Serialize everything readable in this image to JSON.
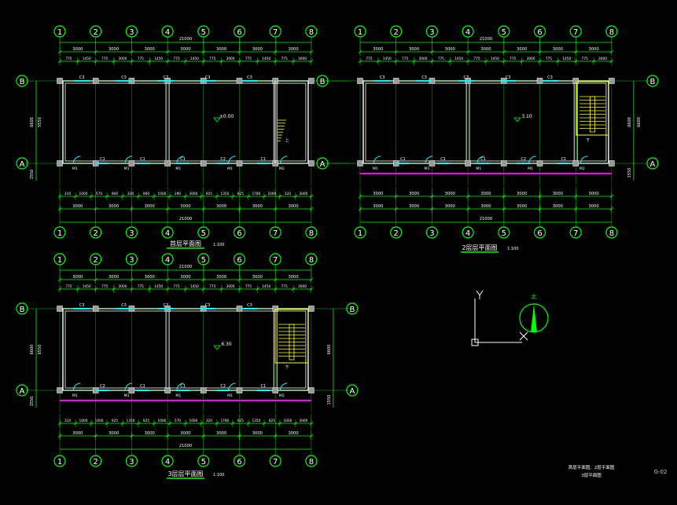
{
  "plans": [
    {
      "id": "plan-1",
      "title": "首层平面图",
      "scale": "1:100",
      "total_dim": "21000",
      "top_dims_1": [
        "3000",
        "3000",
        "3000",
        "3000",
        "3000",
        "3000",
        "3000"
      ],
      "top_dims_2": [
        "775",
        "1450",
        "775",
        "3000",
        "775",
        "1450",
        "775",
        "1450",
        "775",
        "3000",
        "775",
        "1450",
        "775",
        "3000"
      ],
      "bottom_dims_1": [
        "310",
        "1000",
        "570",
        "900",
        "320",
        "900",
        "1000",
        "290",
        "3000",
        "925",
        "1350",
        "825",
        "1780",
        "1000",
        "320",
        "3000"
      ],
      "bottom_dims_2": [
        "3000",
        "3000",
        "3000",
        "3000",
        "3000",
        "3000",
        "3000"
      ],
      "left_dims": [
        "6600",
        "5550",
        "1550"
      ],
      "level": "±0.00",
      "windows_top": [
        "C3",
        "C3",
        "C3",
        "C3",
        "C3"
      ],
      "windows_bottom": [
        "C1",
        "C1",
        "C1",
        "C2",
        "C1"
      ],
      "doors": [
        "M1",
        "M1",
        "M1",
        "M1",
        "M2"
      ],
      "stair_label": "上"
    },
    {
      "id": "plan-2",
      "title": "2层层平面图",
      "scale": "1:100",
      "total_dim": "21000",
      "top_dims_1": [
        "3000",
        "3000",
        "3000",
        "3000",
        "3000",
        "3000",
        "3000"
      ],
      "top_dims_2": [
        "775",
        "1450",
        "775",
        "3000",
        "775",
        "1450",
        "775",
        "1450",
        "775",
        "3000",
        "775",
        "1450",
        "775",
        "3000"
      ],
      "bottom_dims_1": [
        "3000",
        "3000",
        "3000",
        "3000",
        "3000",
        "3000",
        "3000"
      ],
      "bottom_dims_2": [
        "3000",
        "3000",
        "3000",
        "3000",
        "3000",
        "3000",
        "3000"
      ],
      "right_dims": [
        "6600",
        "6600",
        "1550"
      ],
      "level": "3.10",
      "windows_top": [
        "C3",
        "C3",
        "C3",
        "C3",
        "C3"
      ],
      "windows_bottom": [
        "C1",
        "C1",
        "C1",
        "C2",
        "C1"
      ],
      "doors": [
        "M1",
        "M1",
        "M1",
        "M1",
        "M2"
      ],
      "stair_label": "下"
    },
    {
      "id": "plan-3",
      "title": "3层层平面图",
      "scale": "1:100",
      "total_dim": "21000",
      "top_dims_1": [
        "3000",
        "3000",
        "3000",
        "3000",
        "3000",
        "3000",
        "3000"
      ],
      "top_dims_2": [
        "775",
        "1450",
        "775",
        "3000",
        "775",
        "1450",
        "775",
        "1450",
        "775",
        "3000",
        "775",
        "1450",
        "775",
        "3000"
      ],
      "bottom_dims_1": [
        "310",
        "1000",
        "1000",
        "925",
        "1350",
        "925",
        "1000",
        "570",
        "1000",
        "320",
        "1780",
        "925",
        "1350",
        "825",
        "1000",
        "3000"
      ],
      "bottom_dims_2": [
        "3000",
        "3000",
        "3000",
        "3000",
        "3000",
        "3000",
        "3000"
      ],
      "left_dims": [
        "6600",
        "6550",
        "1550"
      ],
      "right_dims": [
        "6600",
        "1550"
      ],
      "level": "6.30",
      "windows_top": [
        "C3",
        "C3",
        "C3",
        "C3",
        "C3"
      ],
      "windows_bottom": [
        "C2",
        "C1",
        "C1",
        "C2",
        "C1"
      ],
      "doors": [
        "M1",
        "M1",
        "M1",
        "M1",
        "M2"
      ],
      "stair_label": "下"
    }
  ],
  "grid_numbers": [
    "1",
    "2",
    "3",
    "4",
    "5",
    "6",
    "7",
    "8"
  ],
  "grid_letters": [
    "A",
    "B"
  ],
  "ucs": {
    "x_label": "X",
    "y_label": "Y"
  },
  "north_label": "北",
  "drawing_note_line1": "首层平面图、2层平面图",
  "drawing_note_line2": "3层平面图",
  "sheet_number": "G-02",
  "colors": {
    "background": "#000000",
    "dimension": "#00ff00",
    "wall": "#ffffff",
    "column": "#9a9a9a",
    "axis_bubble": "#00ff00",
    "window": "#00ffff",
    "stair": "#ffff00",
    "slab_edge": "#ff00ff",
    "door": "#00ffff"
  }
}
